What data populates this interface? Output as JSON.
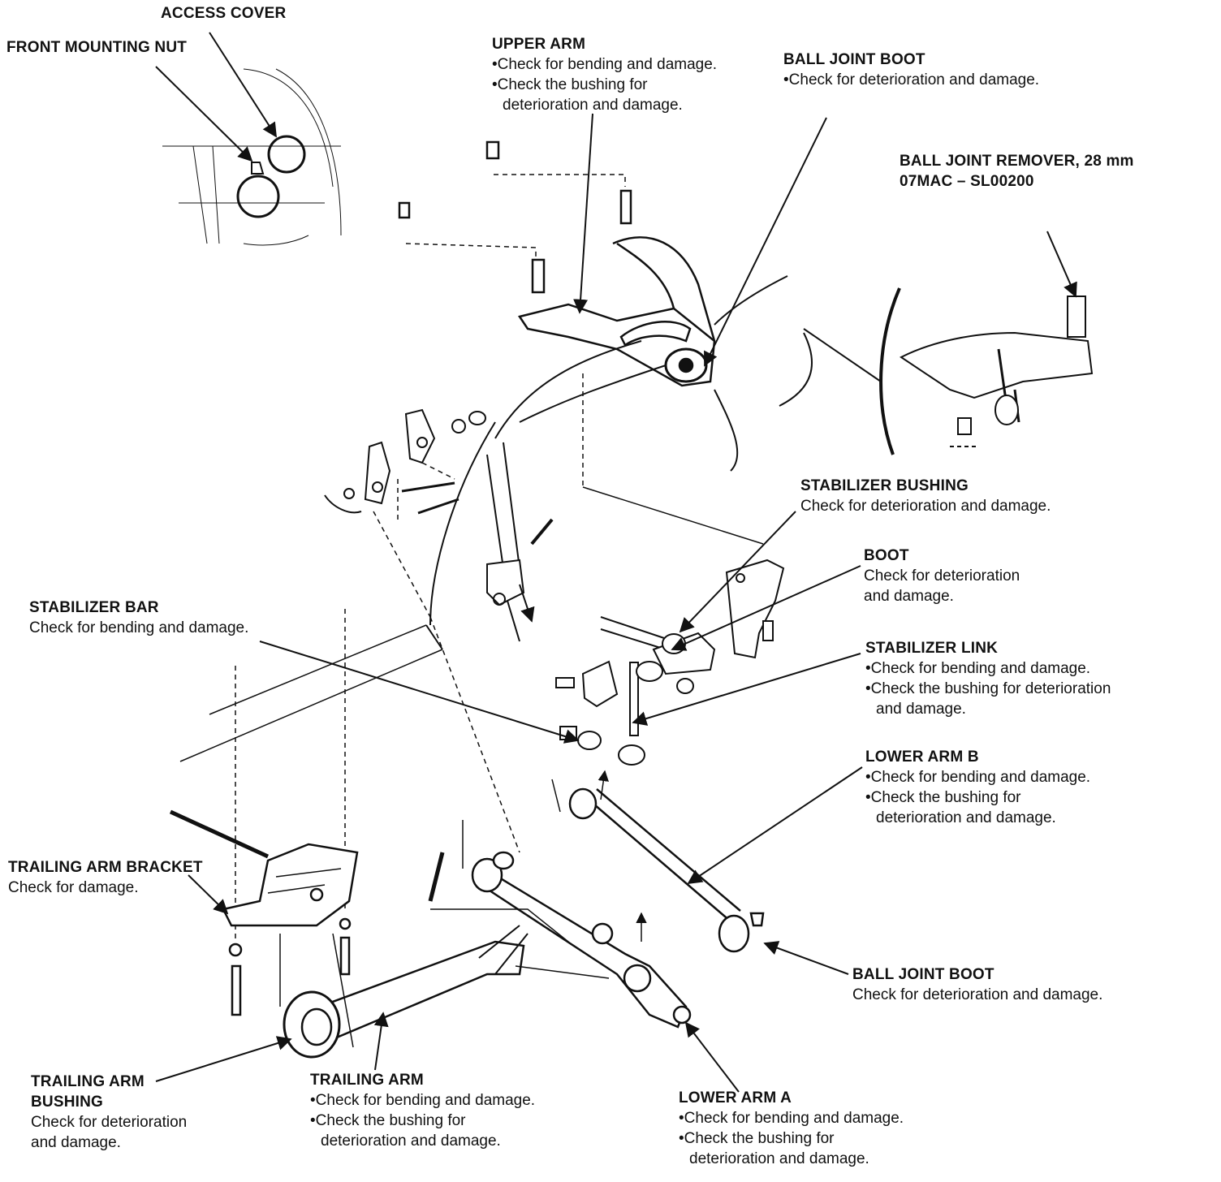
{
  "labels": {
    "access_cover": {
      "title": "ACCESS COVER"
    },
    "front_mounting_nut": {
      "title": "FRONT MOUNTING NUT"
    },
    "upper_arm": {
      "title": "UPPER ARM",
      "line1": "Check for bending and damage.",
      "line2": "Check the bushing for",
      "line3": "deterioration and damage."
    },
    "ball_joint_boot_top": {
      "title": "BALL JOINT BOOT",
      "line1": "Check for deterioration and damage."
    },
    "ball_joint_remover": {
      "title": "BALL JOINT REMOVER, 28 mm",
      "line2": "07MAC – SL00200"
    },
    "stabilizer_bushing": {
      "title": "STABILIZER BUSHING",
      "line1": "Check for deterioration and damage."
    },
    "boot": {
      "title": "BOOT",
      "line1": "Check for deterioration",
      "line2": "and damage."
    },
    "stabilizer_bar": {
      "title": "STABILIZER BAR",
      "line1": "Check for bending and damage."
    },
    "stabilizer_link": {
      "title": "STABILIZER LINK",
      "line1": "Check for bending and damage.",
      "line2": "Check the bushing for deterioration",
      "line3": "and damage."
    },
    "lower_arm_b": {
      "title": "LOWER ARM B",
      "line1": "Check for bending and damage.",
      "line2": "Check the bushing for",
      "line3": "deterioration and damage."
    },
    "trailing_arm_bracket": {
      "title": "TRAILING ARM BRACKET",
      "line1": "Check for damage."
    },
    "ball_joint_boot_bottom": {
      "title": "BALL JOINT BOOT",
      "line1": "Check for deterioration and damage."
    },
    "trailing_arm_bushing": {
      "title": "TRAILING ARM",
      "title2": "BUSHING",
      "line1": "Check for deterioration",
      "line2": "and damage."
    },
    "trailing_arm": {
      "title": "TRAILING ARM",
      "line1": "Check for bending and damage.",
      "line2": "Check the bushing for",
      "line3": "deterioration and damage."
    },
    "lower_arm_a": {
      "title": "LOWER ARM A",
      "line1": "Check for bending and damage.",
      "line2": "Check the bushing for",
      "line3": "deterioration and damage."
    }
  },
  "colors": {
    "ink": "#111111",
    "paper": "#ffffff"
  }
}
